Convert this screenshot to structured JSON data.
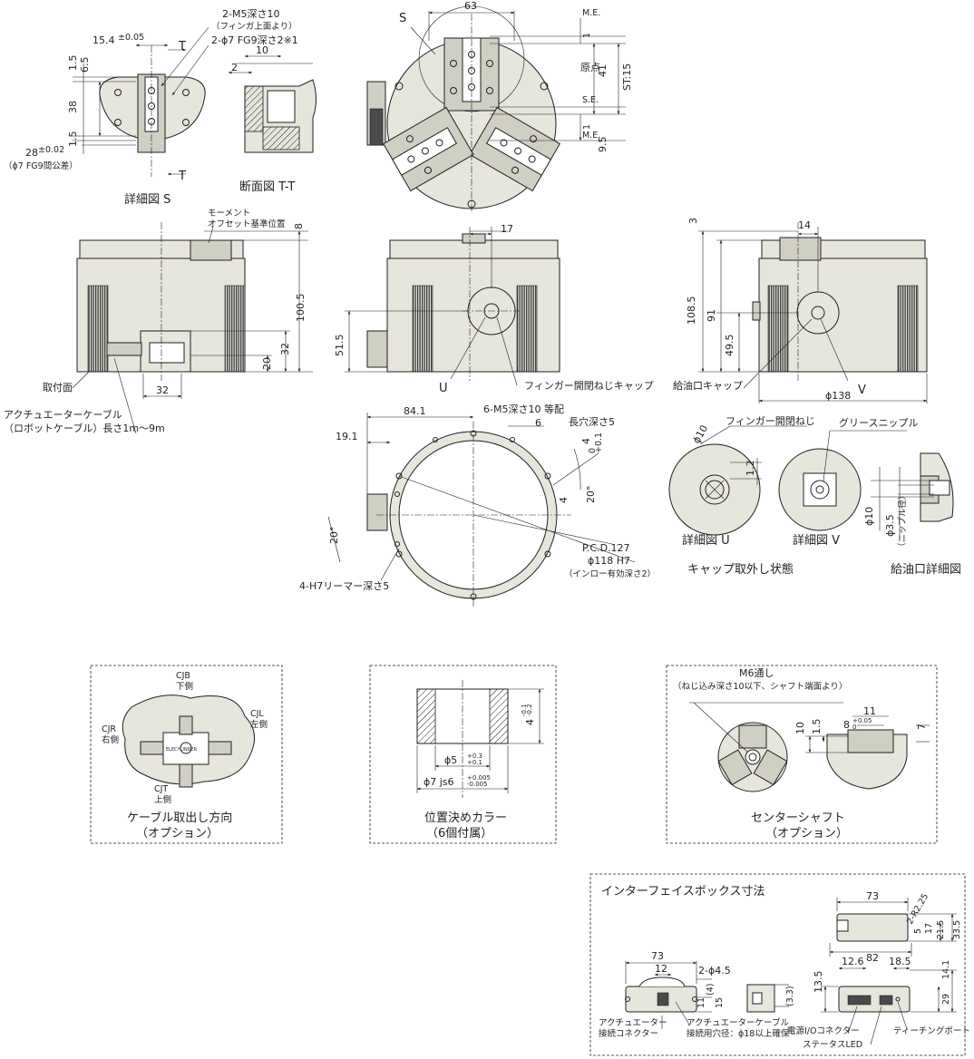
{
  "labels": {
    "detail_s": "詳細図 S",
    "section_tt": "断面図 T-T",
    "letter_s": "S",
    "letter_t_top": "T",
    "letter_t_bottom": "T",
    "letter_u": "U",
    "letter_v": "V",
    "detail_u": "詳細図 U",
    "detail_v": "詳細図 V",
    "cap_removed": "キャップ取外し状態",
    "oil_port_detail": "給油口詳細図",
    "cable_direction": "ケーブル取出し方向",
    "cable_direction_sub": "（オプション）",
    "positioning_collar": "位置決めカラー",
    "positioning_collar_sub": "（6個付属）",
    "center_shaft": "センターシャフト",
    "center_shaft_sub": "（オプション）",
    "interface_box": "インターフェイスボックス寸法"
  },
  "callouts": {
    "m5_depth": "2-M5深さ10",
    "m5_depth_sub": "（フィンガ上面より）",
    "phi7_fg9": "2-ϕ7 FG9深さ2※1",
    "phi7_tol_val": "28",
    "phi7_tol_sup": "±0.02",
    "phi7_tol_text": "（ϕ7 FG9間公差）",
    "me_top": "M.E.",
    "origin": "原点",
    "se": "S.E.",
    "me_bottom": "M.E.",
    "st": "ST:15",
    "moment_offset_1": "モーメント",
    "moment_offset_2": "オフセット基準位置",
    "mounting_face": "取付面",
    "actuator_cable_1": "アクチュエーターケーブル",
    "actuator_cable_2": "（ロボットケーブル）長さ1m～9m",
    "finger_screw_cap": "フィンガー開閉ねじキャップ",
    "oil_cap": "給油口キャップ",
    "m5_six": "6-M5深さ10 等配",
    "long_hole": "長穴深さ5",
    "pcd": "P.C.D.127",
    "spigot": "ϕ118 H7",
    "spigot_sub": "（インロー有効深さ2）",
    "reamer": "4-H7リーマー深さ5",
    "finger_screw": "フィンガー開閉ねじ",
    "grease_nipple": "グリースニップル",
    "nipple_dia": "（ニップル径）",
    "cjb": "CJB",
    "cjb_side": "下側",
    "cjl": "CJL",
    "cjl_side": "左側",
    "cjr": "CJR",
    "cjr_side": "右側",
    "cjt": "CJT",
    "cjt_side": "上側",
    "m6_through": "M6通し",
    "m6_through_sub": "（ねじ込み深さ10以下、シャフト端面より）",
    "actuator_connector_1": "アクチュエーター",
    "actuator_connector_2": "接続コネクター",
    "cable_hole_1": "アクチュエーターケーブル",
    "cable_hole_2": "接続用穴径：ϕ18以上確保",
    "power_io": "電源I/Oコネクター",
    "status_led": "ステータスLED",
    "teaching_port": "ティーチングポート",
    "badge": "ELECYLINDER"
  },
  "dims": {
    "d15_4": "15.4",
    "d15_4_tol": "±0.05",
    "d1_5a": "1.5",
    "d6_5": "6.5",
    "d38": "38",
    "d1_5b": "1.5",
    "d10": "10",
    "d2": "2",
    "d63": "63",
    "d1a": "1",
    "d41": "41",
    "d1b": "1",
    "d9_5": "9.5",
    "d8": "8",
    "d100_5": "100.5",
    "d32v": "32",
    "d20": "20",
    "d32h": "32",
    "d17": "17",
    "d51_5": "51.5",
    "d3": "3",
    "d14": "14",
    "d108_5": "108.5",
    "d91": "91",
    "d49_5": "49.5",
    "d138": "ϕ138",
    "d84_1": "84.1",
    "d19_1": "19.1",
    "d6": "6",
    "d4a": "4",
    "d4a_tol_up": "+0.1",
    "d4a_tol_dn": "0",
    "d20deg_a": "20°",
    "d4b": "4",
    "d20deg_b": "20°",
    "d_phi10_u": "ϕ10",
    "d1_2": "1.2",
    "d_phi10_oil": "ϕ10",
    "d_phi3_5": "ϕ3.5",
    "collar_phi5": "ϕ5",
    "collar_phi5_tol_up": "+0.3",
    "collar_phi5_tol_dn": "+0.1",
    "collar_phi7": "ϕ7 js6",
    "collar_phi7_tol_up": "+0.005",
    "collar_phi7_tol_dn": "-0.005",
    "collar_4": "4",
    "collar_4_tol_up": "-0.1",
    "collar_4_tol_dn": "-0.2",
    "shaft_11": "11",
    "shaft_8": "8",
    "shaft_8_tol_up": "+0.05",
    "shaft_8_tol_dn": "0",
    "shaft_10": "10",
    "shaft_1_5": "1.5",
    "shaft_7": "7",
    "box_73a": "73",
    "box_2r": "2-R2.25",
    "box_5": "5",
    "box_17": "17",
    "box_21_5": "21.5",
    "box_33_5": "33.5",
    "box_82": "82",
    "box_73b": "73",
    "box_12": "12",
    "box_2phi": "2-ϕ4.5",
    "box_11": "11",
    "box_4": "(4)",
    "box_15": "15",
    "box_3_3": "(3.3)",
    "box_13_5": "13.5",
    "box_12_6": "12.6",
    "box_18_5": "18.5",
    "box_14_1": "14.1",
    "box_29": "29"
  }
}
